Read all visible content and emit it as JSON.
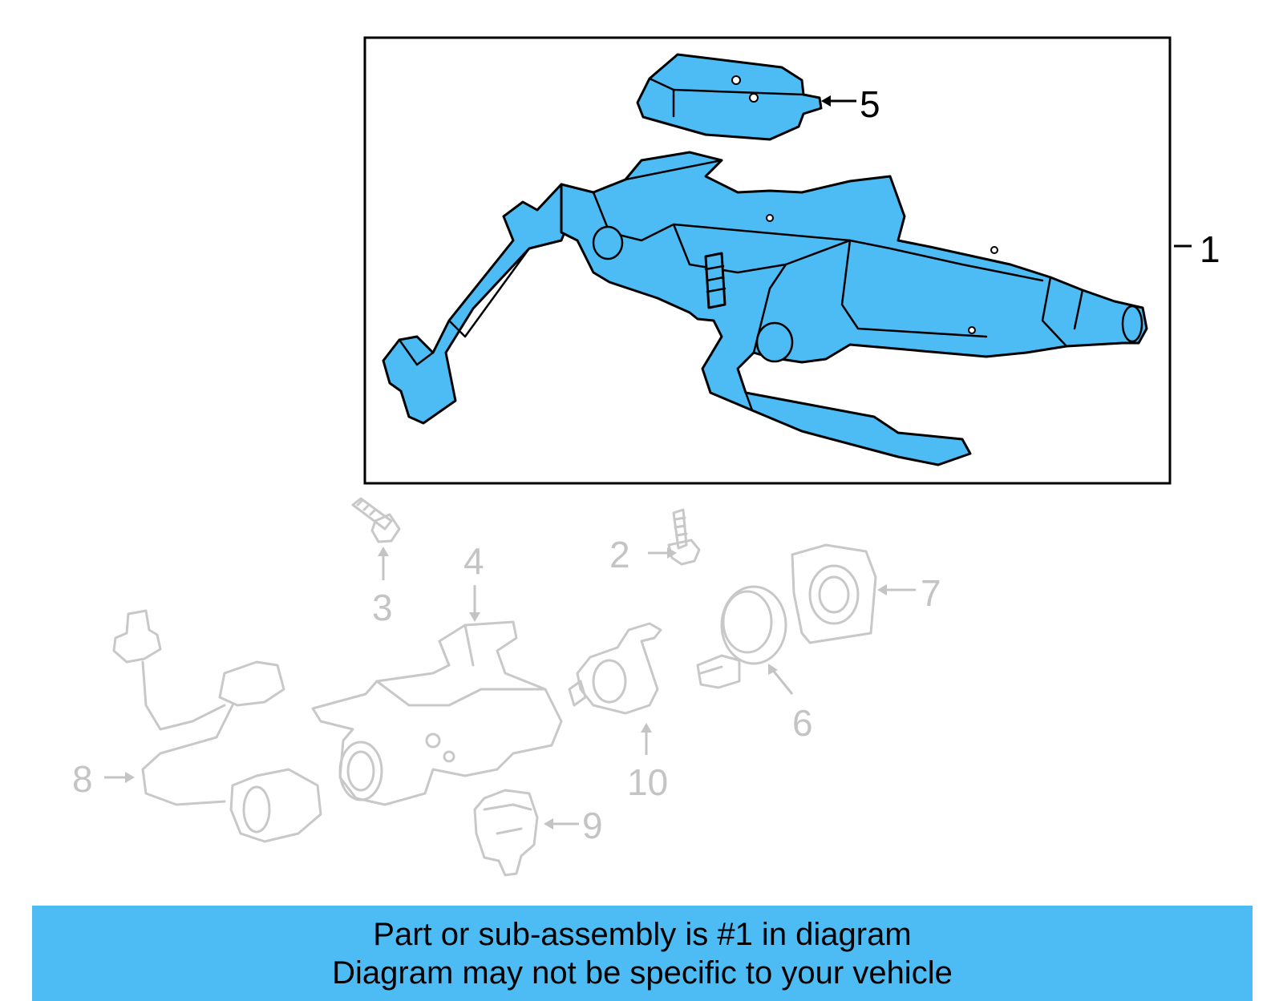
{
  "callouts": {
    "c1": "1",
    "c2": "2",
    "c3": "3",
    "c4": "4",
    "c5": "5",
    "c6": "6",
    "c7": "7",
    "c8": "8",
    "c9": "9",
    "c10": "10"
  },
  "banner": {
    "line1": "Part or sub-assembly is #1 in diagram",
    "line2": "Diagram may not be specific to your vehicle"
  },
  "colors": {
    "highlight": "#4dbcf5",
    "ghost": "#c4c4c4"
  }
}
